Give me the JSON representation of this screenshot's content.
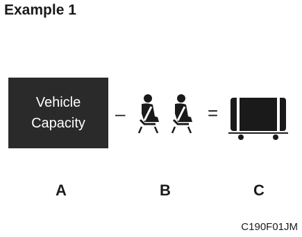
{
  "heading": "Example 1",
  "box": {
    "text": "Vehicle\nCapacity"
  },
  "operators": {
    "minus": "–",
    "equals": "="
  },
  "labels": {
    "a": "A",
    "b": "B",
    "c": "C"
  },
  "figure_code": "C190F01JM",
  "icons": {
    "seat_icon": "seated-person-with-seatbelt-icon",
    "cargo_icon": "luggage-cargo-icon"
  },
  "colors": {
    "box_fill": "#2a2a2a",
    "box_text": "#ffffff",
    "ink": "#1a1a1a"
  }
}
